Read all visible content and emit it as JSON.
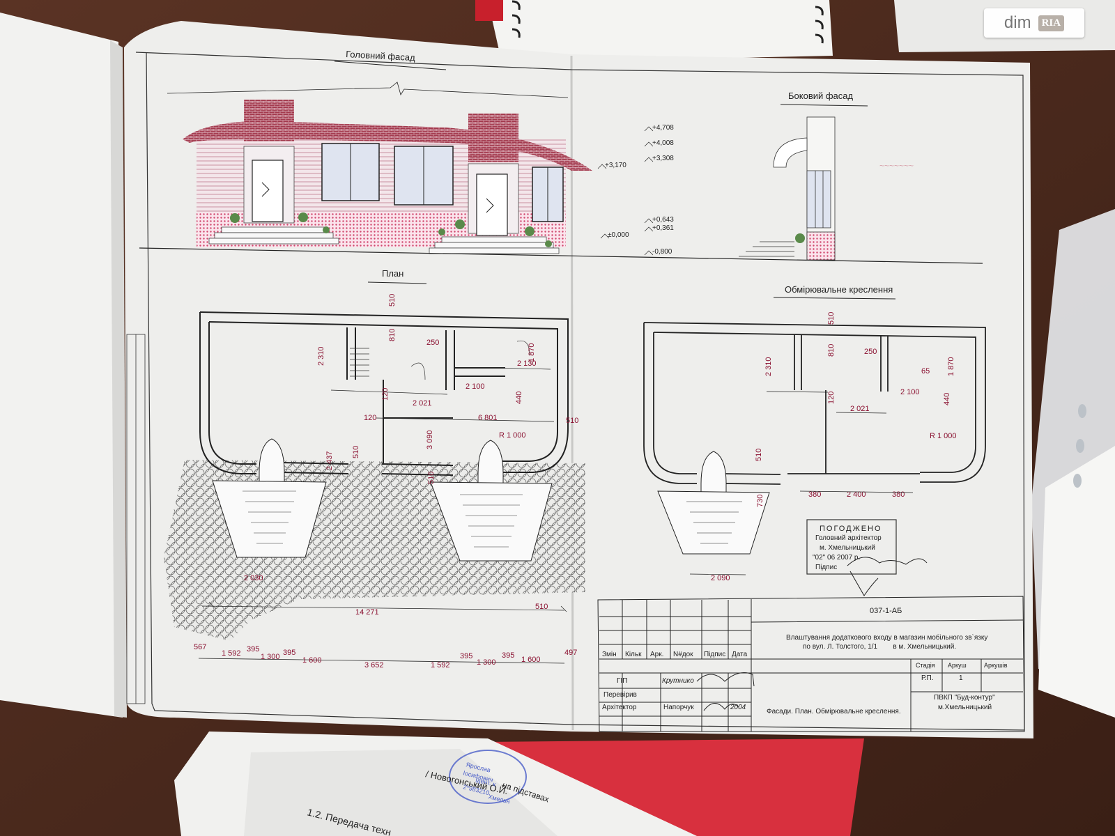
{
  "watermark": {
    "brand": "dim",
    "badge": "RIA"
  },
  "sheet": {
    "facade_main_title": "Головний фасад",
    "facade_side_title": "Боковий фасад",
    "plan_title": "План",
    "measure_title": "Обмірювальне креслення",
    "levels": [
      "+4,708",
      "+4,008",
      "+3,308",
      "+3,170",
      "+0,643",
      "+0,361",
      "±0,000",
      "-0,800"
    ],
    "plan_dims": {
      "d510a": "510",
      "d810": "810",
      "d250": "250",
      "d1870": "1 870",
      "d2310": "2 310",
      "d2130": "2 130",
      "d2100": "2 100",
      "d2021": "2 021",
      "d440": "440",
      "d120a": "120",
      "d120b": "120",
      "d6801": "6 801",
      "d510b": "510",
      "d3090": "3 090",
      "dR": "R 1 000",
      "d2437": "2 437",
      "d510c": "510",
      "d510d": "510",
      "d2030": "2 030",
      "d14271": "14 271",
      "d510e": "510"
    },
    "bottom_dims": [
      "567",
      "1 592",
      "395",
      "1 300",
      "395",
      "1 600",
      "3 652",
      "1 592",
      "395",
      "1 300",
      "395",
      "1 600",
      "497"
    ],
    "measure_dims": {
      "m510": "510",
      "m810": "810",
      "m250": "250",
      "m1870": "1 870",
      "m2310": "2 310",
      "m65": "65",
      "m2100": "2 100",
      "m440": "440",
      "m120": "120",
      "m2021": "2 021",
      "mR": "R 1 000",
      "m510b": "510",
      "m380a": "380",
      "m2400": "2 400",
      "m380b": "380",
      "m730": "730",
      "m2090": "2 090"
    },
    "stamp": {
      "title": "ПОГОДЖЕНО",
      "line1": "Головний архітектор",
      "line2": "м. Хмельницький",
      "date": "\"02\" 06 2007 р.",
      "sign": "Підпис"
    },
    "title_block": {
      "code": "037-1-АБ",
      "desc1": "Влаштування додаткового входу в магазин мобільного зв`язку",
      "desc2": "по вул. Л. Толстого, 1/1        в м. Хмельницький.",
      "cols": [
        "Змін",
        "Кільк",
        "Арк.",
        "N#док",
        "Підпис",
        "Дата"
      ],
      "stage_h": "Стадія",
      "sheet_h": "Аркуш",
      "sheets_h": "Аркушів",
      "stage": "Р.П.",
      "sheet_no": "1",
      "gip_role": "ГІП",
      "gip_name": "Крутнико",
      "check_role": "Перевірив",
      "arch_role": "Архітектор",
      "arch_name": "Напорчук",
      "arch_date": "2004",
      "drawing_name": "Фасади. План. Обмірювальне креслення.",
      "company1": "ПВКП \"Буд-контур\"",
      "company2": "м.Хмельницький"
    }
  },
  "under_papers": {
    "line1": "/ Новогонський О.Й.",
    "line2": "1.2.  Передача  техн",
    "stamp1": "Ярослав",
    "stamp2": "Іосифович",
    "stamp3": "ідент. к",
    "stamp4": "2*983210",
    "stamp5": "Хмельн",
    "note": "на підставах"
  },
  "colors": {
    "desk": "#4a2a1e",
    "paper": "#eeeeec",
    "brick": "#9c3748",
    "dim": "#8a1030"
  }
}
